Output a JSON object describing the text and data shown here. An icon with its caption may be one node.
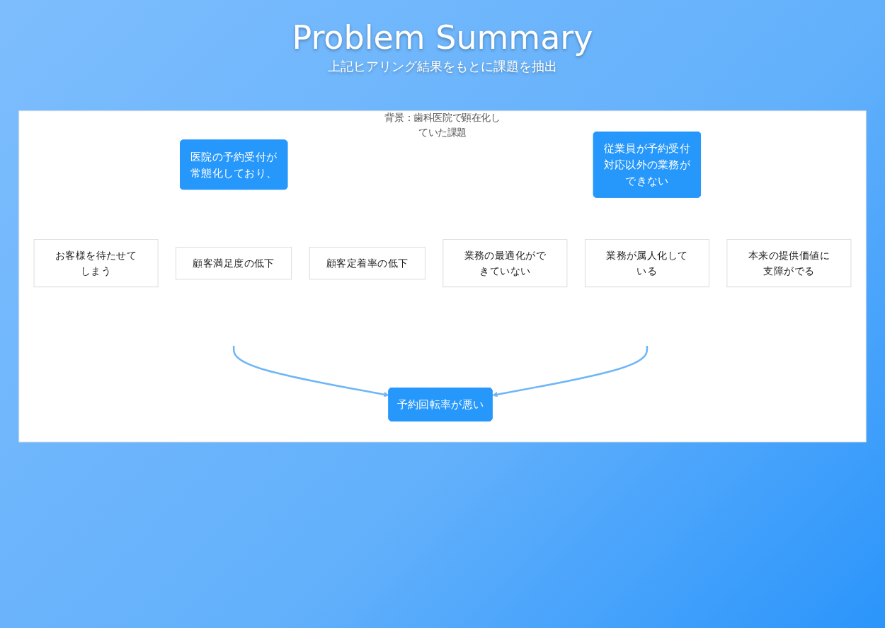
{
  "diagram": {
    "title": "Problem Summary",
    "nodes": [
      {
        "text": [
          "背景：歯科医院で顕在化していた課題"
        ]
      },
      {
        "text": [
          "医院の予約受付が常態化しており、"
        ],
        "in": 0
      },
      {
        "text": [
          "従業員が予約受付対応以外の業務ができない"
        ],
        "in": 0
      },
      {
        "text": [
          "お客様を待たせてしまう"
        ],
        "in": 0
      },
      {
        "text": [
          "顧客満足度の低下"
        ],
        "in": 0
      },
      {
        "text": [
          "顧客定着率の低下"
        ],
        "in": 0
      },
      {
        "text": [
          "業務の最適化ができていない"
        ],
        "in": 0
      },
      {
        "text": [
          "業務が属人化している"
        ],
        "in": 0
      },
      {
        "text": [
          "本来の提供価値に支障がでる"
        ],
        "in": 0
      },
      {
        "text": [
          "予約回転率が悪い"
        ],
        "in": 0
      }
    ],
    "edges": [
      {
        "from": null,
        "to": 9,
        "arrow": "to"
      },
      {
        "from": null,
        "to": 9,
        "arrow": "to"
      }
    ],
    "labels": [
      "上記ヒアリング結果をもとに課題を抽出"
    ]
  }
}
